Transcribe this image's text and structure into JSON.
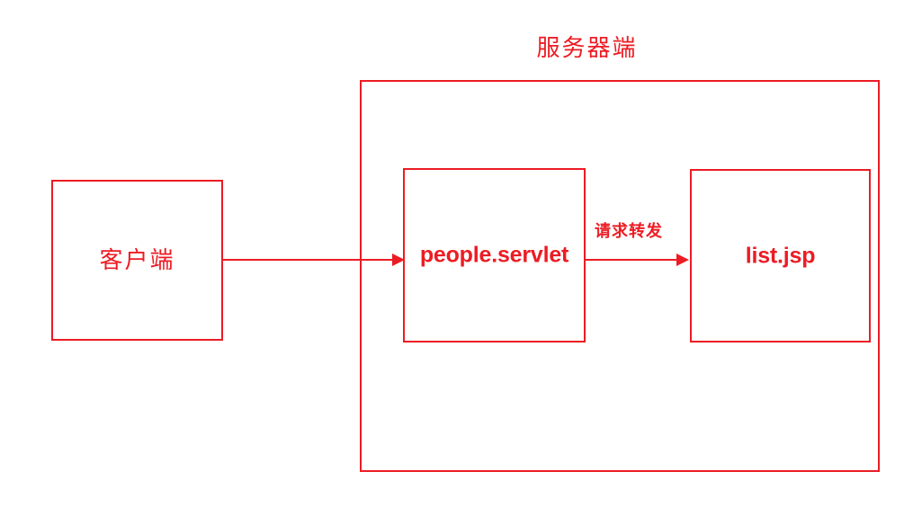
{
  "diagram": {
    "title": "服务器端",
    "background_color": "#ffffff",
    "accent_color": "#EC1C24",
    "nodes": [
      {
        "id": "client",
        "label": "客户端"
      },
      {
        "id": "servlet",
        "label": "people.servlet"
      },
      {
        "id": "jsp",
        "label": "list.jsp"
      }
    ],
    "container": {
      "id": "server",
      "label": "服务器端"
    },
    "edges": [
      {
        "id": "client-to-servlet",
        "from": "client",
        "to": "servlet",
        "label": ""
      },
      {
        "id": "servlet-to-jsp",
        "from": "servlet",
        "to": "jsp",
        "label": "请求转发"
      }
    ]
  }
}
